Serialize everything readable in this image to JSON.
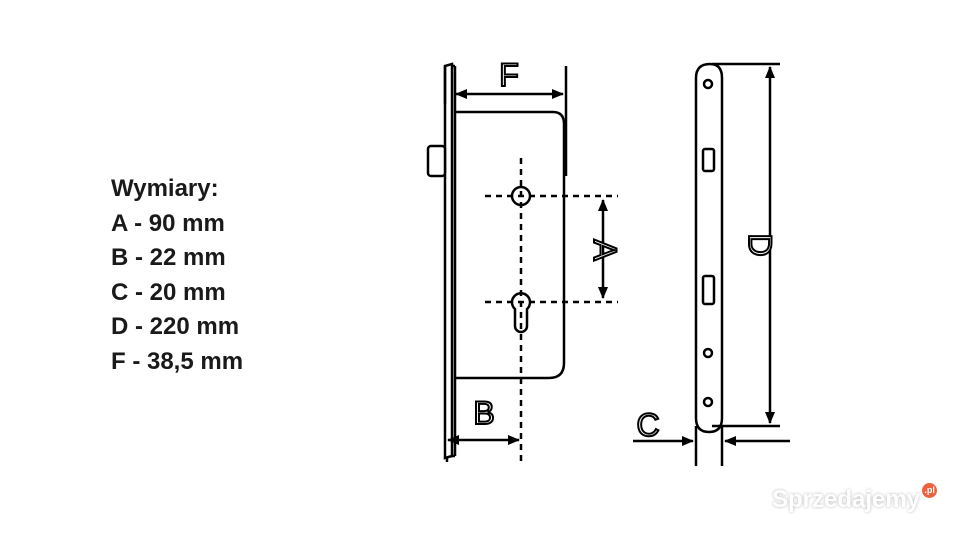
{
  "specs": {
    "heading": "Wymiary:",
    "lines": [
      "A - 90 mm",
      "B - 22 mm",
      "C - 20 mm",
      "D - 220 mm",
      "F - 38,5 mm"
    ]
  },
  "dimensions": {
    "F": "F",
    "A": "A",
    "B": "B",
    "C": "C",
    "D": "D"
  },
  "watermark": {
    "text": "Sprzedajemy",
    "suffix": ".pl"
  }
}
